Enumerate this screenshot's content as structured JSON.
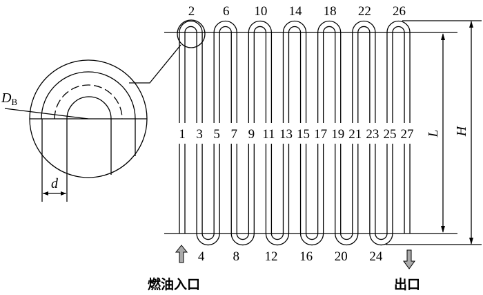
{
  "top_labels": [
    "2",
    "6",
    "10",
    "14",
    "18",
    "22",
    "26"
  ],
  "bottom_labels": [
    "4",
    "8",
    "12",
    "16",
    "20",
    "24"
  ],
  "tube_labels": [
    "1",
    "3",
    "5",
    "7",
    "9",
    "11",
    "13",
    "15",
    "17",
    "19",
    "21",
    "23",
    "25",
    "27"
  ],
  "dimension_L": "L",
  "dimension_H": "H",
  "detail_DB": "D",
  "detail_DB_sub": "B",
  "detail_d": "d",
  "inlet_label": "燃油入口",
  "outlet_label": "出口",
  "arrow_color": "#aaaaaa"
}
